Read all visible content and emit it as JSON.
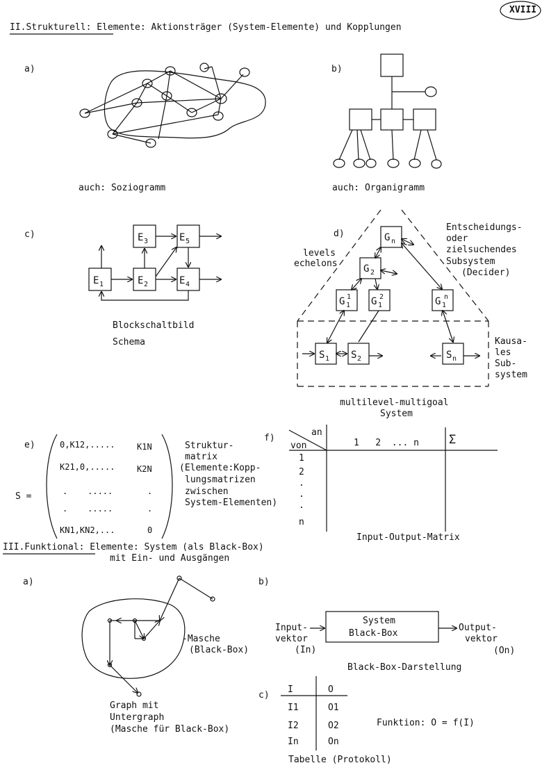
{
  "page_number": "XVIII",
  "section2": {
    "heading": "II.Strukturell",
    "rest": ": Elemente: Aktionsträger (System-Elemente) und Kopplungen"
  },
  "a": {
    "label": "a)",
    "caption": "auch: Soziogramm"
  },
  "b": {
    "label": "b)",
    "caption": "auch: Organigramm"
  },
  "c": {
    "label": "c)",
    "caption1": "Blockschaltbild",
    "caption2": "Schema",
    "nodes": [
      {
        "base": "E",
        "sub": "1"
      },
      {
        "base": "E",
        "sub": "2"
      },
      {
        "base": "E",
        "sub": "3"
      },
      {
        "base": "E",
        "sub": "5"
      },
      {
        "base": "E",
        "sub": "4"
      }
    ]
  },
  "d": {
    "label": "d)",
    "levels": "levels",
    "echelons": "echelons",
    "decider": [
      "Entscheidungs-",
      "oder",
      "zielsuchendes",
      "Subsystem",
      "(Decider)"
    ],
    "causal": [
      "Kausa-",
      "les",
      "Sub-",
      "system"
    ],
    "caption1": "multilevel-multigoal",
    "caption2": "System",
    "g_nodes": [
      {
        "base": "G",
        "sub": "n",
        "sup": ""
      },
      {
        "base": "G",
        "sub": "2",
        "sup": ""
      },
      {
        "base": "G",
        "sub": "1",
        "sup": "1"
      },
      {
        "base": "G",
        "sub": "1",
        "sup": "2"
      },
      {
        "base": "G",
        "sub": "1",
        "sup": "n"
      }
    ],
    "s_nodes": [
      {
        "base": "S",
        "sub": "1"
      },
      {
        "base": "S",
        "sub": "2"
      },
      {
        "base": "S",
        "sub": "n"
      }
    ]
  },
  "e": {
    "label": "e)",
    "lhs": "S =",
    "rows": [
      [
        "0,K12,.....",
        "K1N"
      ],
      [
        "K21,0,.....",
        "K2N"
      ],
      [
        ".    .....",
        "."
      ],
      [
        ".    .....",
        "."
      ],
      [
        "KN1,KN2,...",
        "0"
      ]
    ],
    "desc": [
      "Struktur-",
      "matrix",
      "(Elemente:Kopp-",
      "lungsmatrizen",
      "zwischen",
      "System-Elementen)"
    ]
  },
  "f": {
    "label": "f)",
    "an": "an",
    "von": "von",
    "cols": "1   2  ... n",
    "sigma": "Σ",
    "rows": [
      "1",
      "2",
      ".",
      ".",
      ".",
      "n"
    ],
    "caption": "Input-Output-Matrix"
  },
  "section3": {
    "heading": "III.Funktional",
    "rest": ": Elemente: System (als Black-Box)",
    "rest2": "mit Ein- und Ausgängen"
  },
  "ga": {
    "label": "a)",
    "masche1": "-Masche",
    "masche2": "(Black-Box)",
    "caption": [
      "Graph mit",
      "Untergraph",
      "(Masche für Black-Box)"
    ]
  },
  "gb": {
    "label": "b)",
    "box1": "System",
    "box2": "Black-Box",
    "in1": "Input-",
    "in2": "vektor",
    "in3": "(In)",
    "out1": "Output-",
    "out2": "vektor",
    "out3": "(On)",
    "caption": "Black-Box-Darstellung"
  },
  "gc": {
    "label": "c)",
    "h_i": "I",
    "h_o": "O",
    "rows": [
      [
        "I1",
        "O1"
      ],
      [
        "I2",
        "O2"
      ],
      [
        "In",
        "On"
      ]
    ],
    "func": "Funktion: O = f(I)",
    "caption": "Tabelle (Protokoll)"
  }
}
